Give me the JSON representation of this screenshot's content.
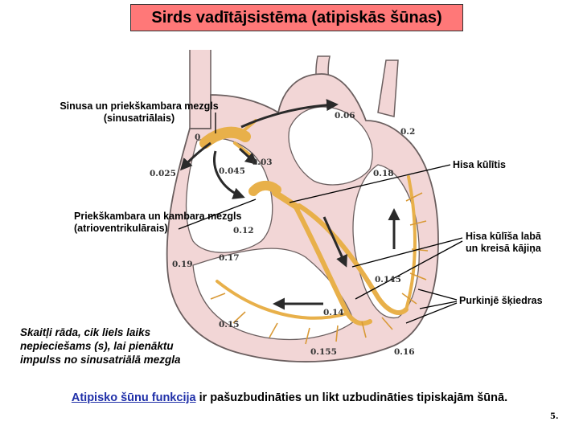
{
  "title": "Sirds vadītājsistēma (atipiskās šūnas)",
  "labels": {
    "sa_node_line1": "Sinusa un priekškambara mezgls",
    "sa_node_line2": "(sinusatriālais)",
    "av_node_line1": "Priekškambara un kambara mezgls",
    "av_node_line2": "(atrioventrikulārais)",
    "his_bundle": "Hisa kūlītis",
    "bundle_branches_line1": "Hisa kūlīša labā",
    "bundle_branches_line2": "un kreisā kājiņa",
    "purkinje": "Purkinjē šķiedras"
  },
  "times": [
    "0",
    "0.025",
    "0.045",
    "0.03",
    "0.06",
    "0.2",
    "0.18",
    "0.12",
    "0.17",
    "0.19",
    "0.145",
    "0.14",
    "0.15",
    "0.155",
    "0.16"
  ],
  "caption": {
    "line1": "Skaitļi rāda, cik liels laiks",
    "line2": "nepieciešams (s), lai pienāktu",
    "line3": "impulss no sinusatriālā mezgla"
  },
  "footer": {
    "link_text": "Atipisko šūnu funkcija",
    "rest": " ir pašuzbudināties un likt uzbudināties tipiskajām šūnā."
  },
  "slide_number": "5.",
  "colors": {
    "title_bg": "#ff7878",
    "myocardium": "#f2d6d6",
    "outline": "#6b5f5f",
    "conduction": "#e8b04a",
    "link": "#1f2fa8"
  }
}
